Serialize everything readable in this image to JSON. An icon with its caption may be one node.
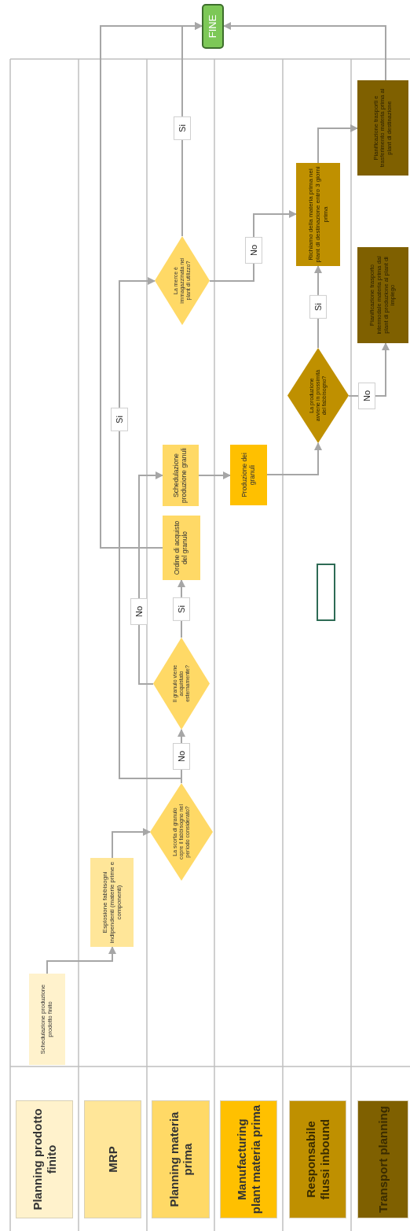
{
  "diagram": {
    "nodes": [
      {
        "text": [
          "Planning prodotto finito"
        ]
      },
      {
        "text": [
          "MRP"
        ]
      },
      {
        "text": [
          "Planning materia prima"
        ]
      },
      {
        "text": [
          "Manufacturing plant materia prima"
        ]
      },
      {
        "text": [
          "Responsabile flussi inbound"
        ]
      },
      {
        "text": [
          "Transport planning"
        ]
      },
      {
        "text": [
          "Schedulazione produzione prodotto finito"
        ]
      },
      {
        "text": [
          "Esplosione fabbisogni indipendenti (materie prime e componenti)"
        ]
      },
      {
        "text": [
          "La scorta di granulo copre il fabbisogno nel periodo considerato?"
        ]
      },
      {
        "text": [
          "Il granulo viene acquistato esternamente?"
        ]
      },
      {
        "text": [
          "Ordine di acquisto del granulo"
        ]
      },
      {
        "text": [
          "Schedulazione produzione granuli"
        ]
      },
      {
        "text": [
          "Produzione dei granuli"
        ]
      },
      {
        "text": [
          "La merce è immagazzinata nei plant di utilizzo?"
        ]
      },
      {
        "text": [
          "La produzione avviene in prossimità del fabbisogno?"
        ]
      },
      {
        "text": [
          "Richiamo della materia prima nei plant di destinazione entro 3 giorni prima"
        ]
      },
      {
        "text": [
          "Pianificazione trasporto intermodale materia prima dal plant di produzione al plant di impiego"
        ]
      },
      {
        "text": [
          "Pianificazione trasporti e trasferimento materia prima ai plant di destinazione"
        ]
      },
      {
        "text": [
          "FINE"
        ]
      },
      {
        "text": [],
        "shape": "box"
      }
    ],
    "edges": [
      {
        "from": 6,
        "to": 7,
        "arrow": "to"
      },
      {
        "from": 7,
        "to": 8,
        "arrow": "to"
      },
      {
        "from": 8,
        "to": 9,
        "arrow": "to",
        "label": "No"
      },
      {
        "from": 8,
        "to": 13,
        "arrow": "to",
        "label": "Si"
      },
      {
        "from": 9,
        "to": 10,
        "arrow": "to",
        "label": "Si"
      },
      {
        "from": 9,
        "to": 11,
        "arrow": "to",
        "label": "No"
      },
      {
        "from": 10,
        "to": 18,
        "arrow": "to"
      },
      {
        "from": 13,
        "to": 18,
        "arrow": "to",
        "label": "Si"
      },
      {
        "from": 13,
        "to": 15,
        "arrow": "to",
        "label": "No"
      },
      {
        "from": 11,
        "to": 12,
        "arrow": "to"
      },
      {
        "from": 12,
        "to": 14,
        "arrow": "to"
      },
      {
        "from": 14,
        "to": 15,
        "arrow": "to",
        "label": "Si"
      },
      {
        "from": 14,
        "to": 16,
        "arrow": "to",
        "label": "No"
      },
      {
        "from": 15,
        "to": 17,
        "arrow": "to"
      },
      {
        "from": 17,
        "to": 18,
        "arrow": "to"
      }
    ]
  }
}
